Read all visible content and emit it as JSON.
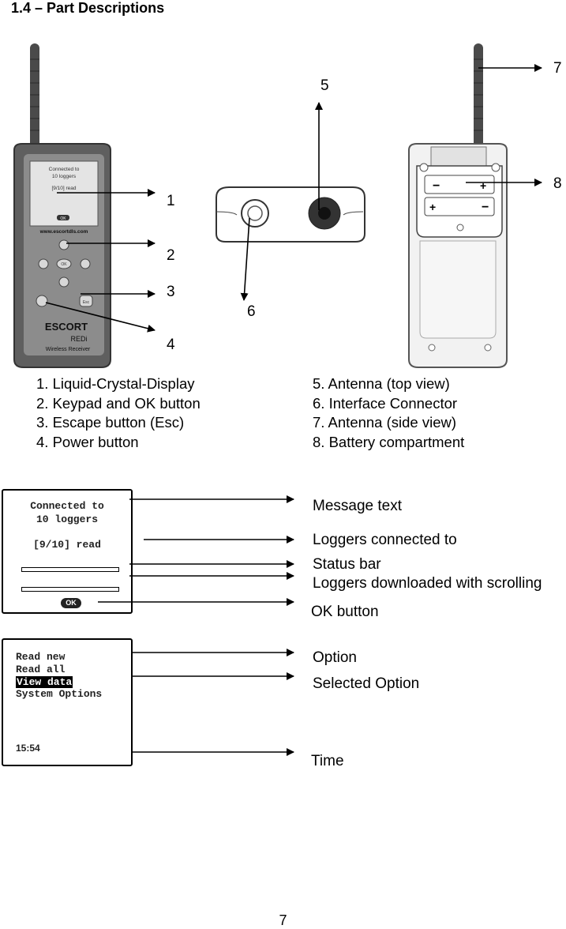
{
  "heading": "1.4 – Part Descriptions",
  "figure_numbers": [
    "1",
    "2",
    "3",
    "4",
    "5",
    "6",
    "7",
    "8"
  ],
  "device": {
    "screen_line1": "Connected to",
    "screen_line2": "10 loggers",
    "screen_line3": "[9/10] read",
    "ok": "OK",
    "url": "www.escortdls.com",
    "brand": "ESCORT",
    "model": "REDi",
    "subtitle": "Wireless Receiver",
    "ok_key": "OK",
    "esc_key": "Esc"
  },
  "descriptions": {
    "left": [
      "1.   Liquid-Crystal-Display",
      "2.   Keypad and OK button",
      "3.   Escape button (Esc)",
      "4.   Power button"
    ],
    "right": [
      "5.   Antenna (top view)",
      "6.    Interface Connector",
      "7.    Antenna (side view)",
      "8.   Battery compartment"
    ]
  },
  "screen1": {
    "line1": "Connected to",
    "line2": "10 loggers",
    "line3": "[9/10] read",
    "ok": "OK",
    "labels": [
      "Message text",
      "Loggers connected to",
      "Status bar",
      "Loggers downloaded with scrolling",
      "OK button"
    ]
  },
  "screen2": {
    "options": [
      "Read new",
      "Read all",
      "View data",
      "System Options"
    ],
    "time": "15:54",
    "labels": [
      "Option",
      "Selected Option",
      "Time"
    ]
  },
  "page_number": "7"
}
